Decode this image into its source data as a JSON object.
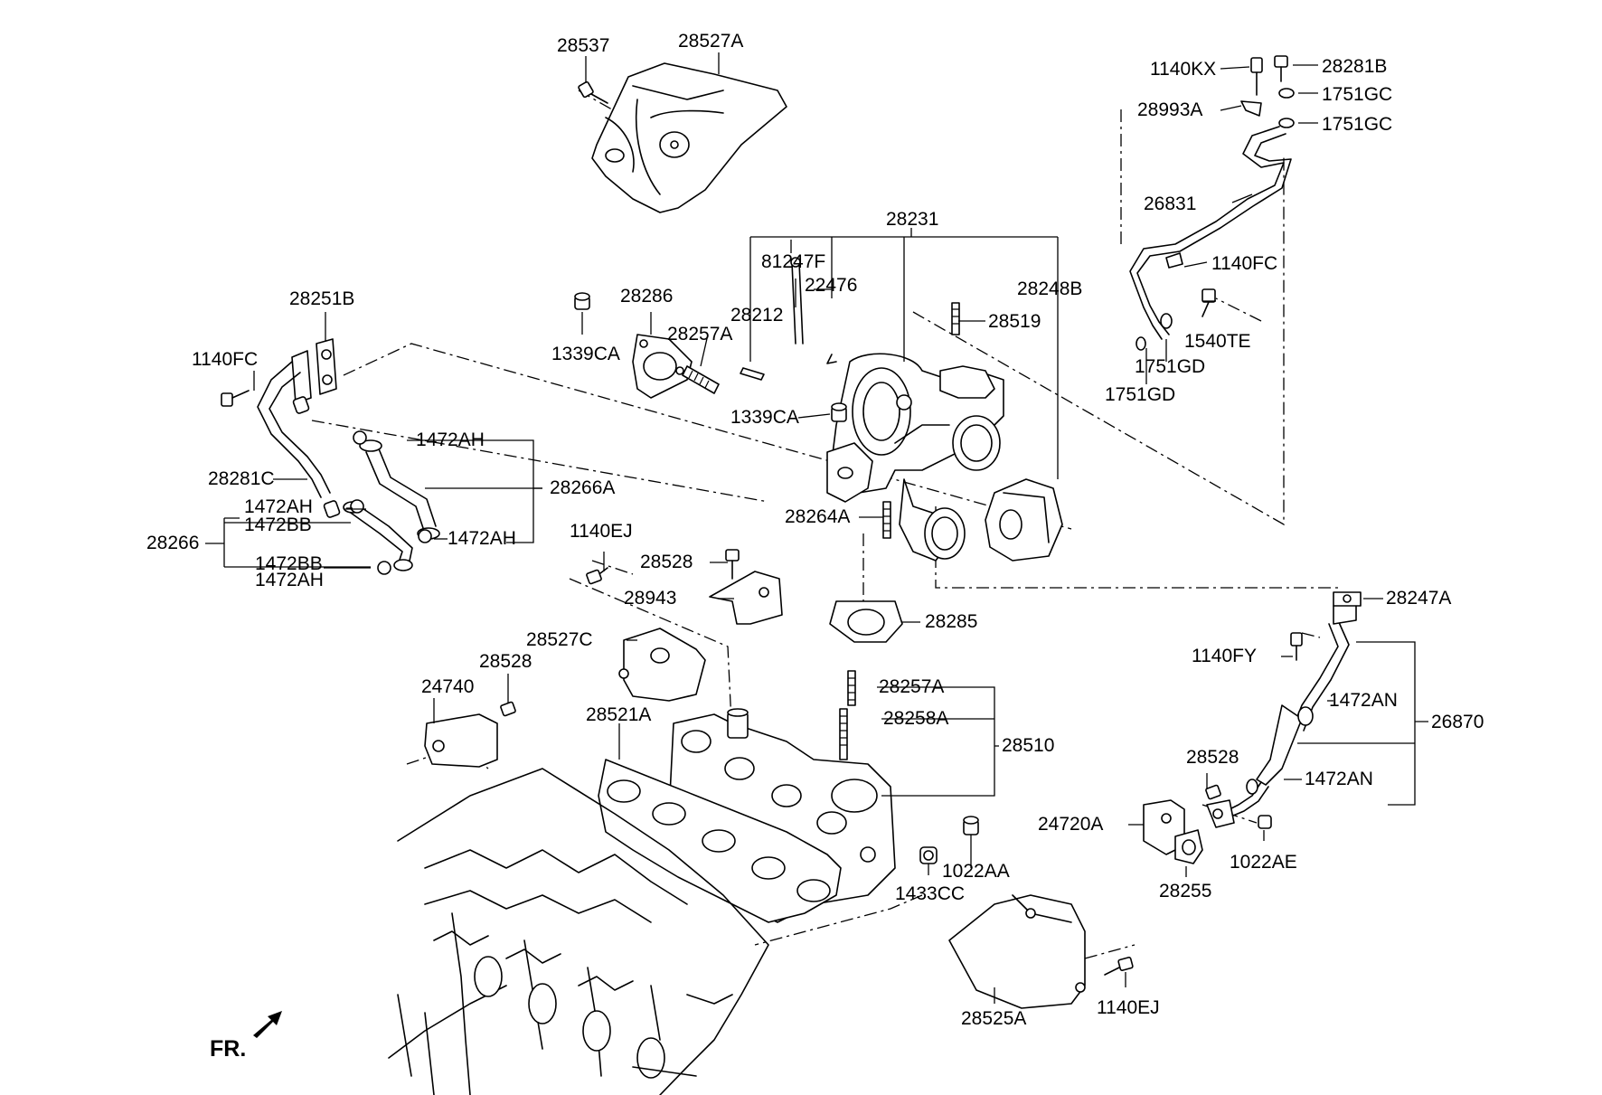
{
  "labels": {
    "p28537": "28537",
    "p28527A": "28527A",
    "p1140KX": "1140KX",
    "p28281B": "28281B",
    "p1751GC_a": "1751GC",
    "p28993A": "28993A",
    "p1751GC_b": "1751GC",
    "p26831": "26831",
    "p28231": "28231",
    "p81247F": "81247F",
    "p22476": "22476",
    "p28212": "28212",
    "p28248B": "28248B",
    "p1140FC_r": "1140FC",
    "p28519": "28519",
    "p28251B": "28251B",
    "p28286": "28286",
    "p28257A_t": "28257A",
    "p1339CA_t": "1339CA",
    "p1540TE": "1540TE",
    "p1140FC_l": "1140FC",
    "p1751GD_a": "1751GD",
    "p1751GD_b": "1751GD",
    "p1339CA_m": "1339CA",
    "p1472AH_1": "1472AH",
    "p28281C": "28281C",
    "p28266A": "28266A",
    "p1472AH_2": "1472AH",
    "p1472BB_1": "1472BB",
    "p28264A": "28264A",
    "p28266": "28266",
    "p1472AH_3": "1472AH",
    "p1140EJ_t": "1140EJ",
    "p28528_t": "28528",
    "p1472BB_2": "1472BB",
    "p1472AH_4": "1472AH",
    "p28943": "28943",
    "p28247A": "28247A",
    "p28285": "28285",
    "p28527C": "28527C",
    "p1140FY": "1140FY",
    "p28528_l": "28528",
    "p28257A_b": "28257A",
    "p24740": "24740",
    "p1472AN_1": "1472AN",
    "p28521A": "28521A",
    "p28258A": "28258A",
    "p26870": "26870",
    "p28510": "28510",
    "p28528_r": "28528",
    "p1472AN_2": "1472AN",
    "p24720A": "24720A",
    "p1022AE": "1022AE",
    "p1022AA": "1022AA",
    "p28255": "28255",
    "p1433CC": "1433CC",
    "p1140EJ_b": "1140EJ",
    "p28525A": "28525A",
    "fr": "FR."
  }
}
